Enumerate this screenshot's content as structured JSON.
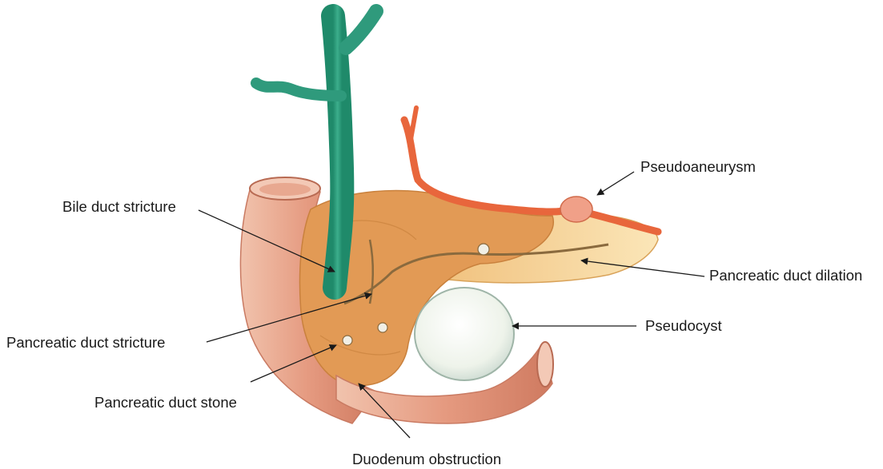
{
  "labels": {
    "bile_duct_stricture": "Bile duct stricture",
    "pancreatic_duct_stricture": "Pancreatic duct stricture",
    "pancreatic_duct_stone": "Pancreatic duct stone",
    "duodenum_obstruction": "Duodenum obstruction",
    "pseudoaneurysm": "Pseudoaneurysm",
    "pancreatic_duct_dilation": "Pancreatic duct dilation",
    "pseudocyst": "Pseudocyst"
  },
  "colors": {
    "bile_duct": "#2f9a7c",
    "pancreas": "#e3a15e",
    "duodenum": "#e49a82",
    "artery": "#e8663c",
    "pseudocyst": "#eef2ea",
    "duct": "#b08a55",
    "arrow": "#1a1a1a"
  }
}
